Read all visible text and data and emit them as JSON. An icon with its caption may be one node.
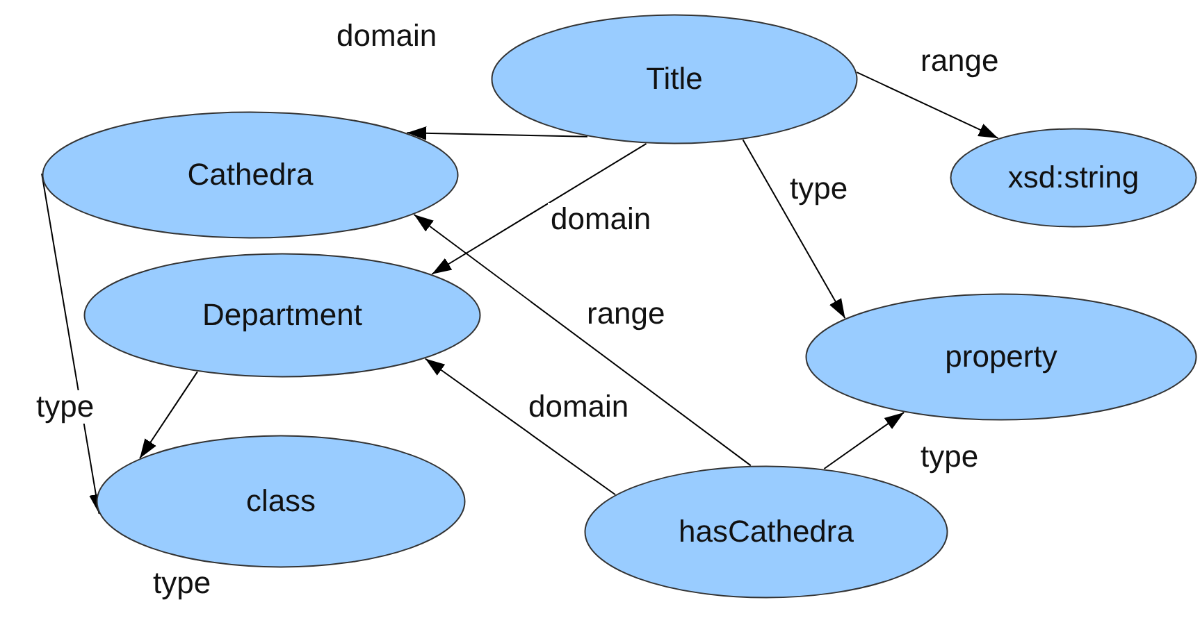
{
  "diagram": {
    "nodes": [
      {
        "text": [
          "Title"
        ]
      },
      {
        "text": [
          "Cathedra"
        ]
      },
      {
        "text": [
          "xsd:string"
        ]
      },
      {
        "text": [
          "Department"
        ]
      },
      {
        "text": [
          "property"
        ]
      },
      {
        "text": [
          "class"
        ]
      },
      {
        "text": [
          "hasCathedra"
        ]
      }
    ],
    "edges": [
      {
        "from": 0,
        "to": 1,
        "arrow": "to",
        "label": "domain"
      },
      {
        "from": 0,
        "to": 2,
        "arrow": "to",
        "label": "range"
      },
      {
        "from": 0,
        "to": 3,
        "arrow": "to",
        "label": "domain"
      },
      {
        "from": 0,
        "to": 4,
        "arrow": "to",
        "label": "type"
      },
      {
        "from": 1,
        "to": 5,
        "arrow": "to",
        "label": "type"
      },
      {
        "from": 3,
        "to": 5,
        "arrow": "to",
        "label": "type"
      },
      {
        "from": 6,
        "to": 1,
        "arrow": "to",
        "label": "range"
      },
      {
        "from": 6,
        "to": 3,
        "arrow": "to",
        "label": "domain"
      },
      {
        "from": 6,
        "to": 4,
        "arrow": "to",
        "label": "type"
      }
    ]
  }
}
